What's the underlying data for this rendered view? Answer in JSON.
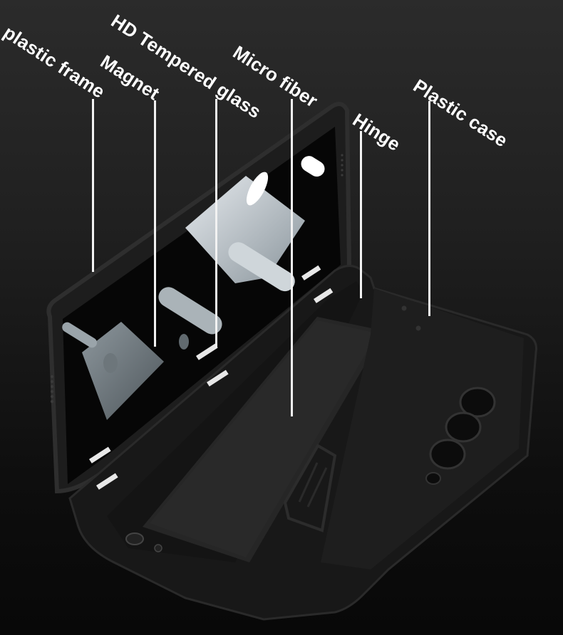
{
  "diagram": {
    "subject": "Foldable phone case exploded/open view",
    "labels": [
      {
        "id": "plastic-frame",
        "text": "plastic frame"
      },
      {
        "id": "magnet",
        "text": "Magnet"
      },
      {
        "id": "hd-tempered-glass",
        "text": "HD Tempered glass"
      },
      {
        "id": "micro-fiber",
        "text": "Micro fiber"
      },
      {
        "id": "hinge",
        "text": "Hinge"
      },
      {
        "id": "plastic-case",
        "text": "Plastic case"
      }
    ]
  },
  "colors": {
    "background_top": "#2b2b2b",
    "background_bottom": "#080808",
    "label_text": "#ffffff",
    "leader_line": "#f2f2f2",
    "case_body": "#1c1c1c",
    "microfiber": "#2a2a2a",
    "magnet_strip": "#e8e8e8"
  }
}
